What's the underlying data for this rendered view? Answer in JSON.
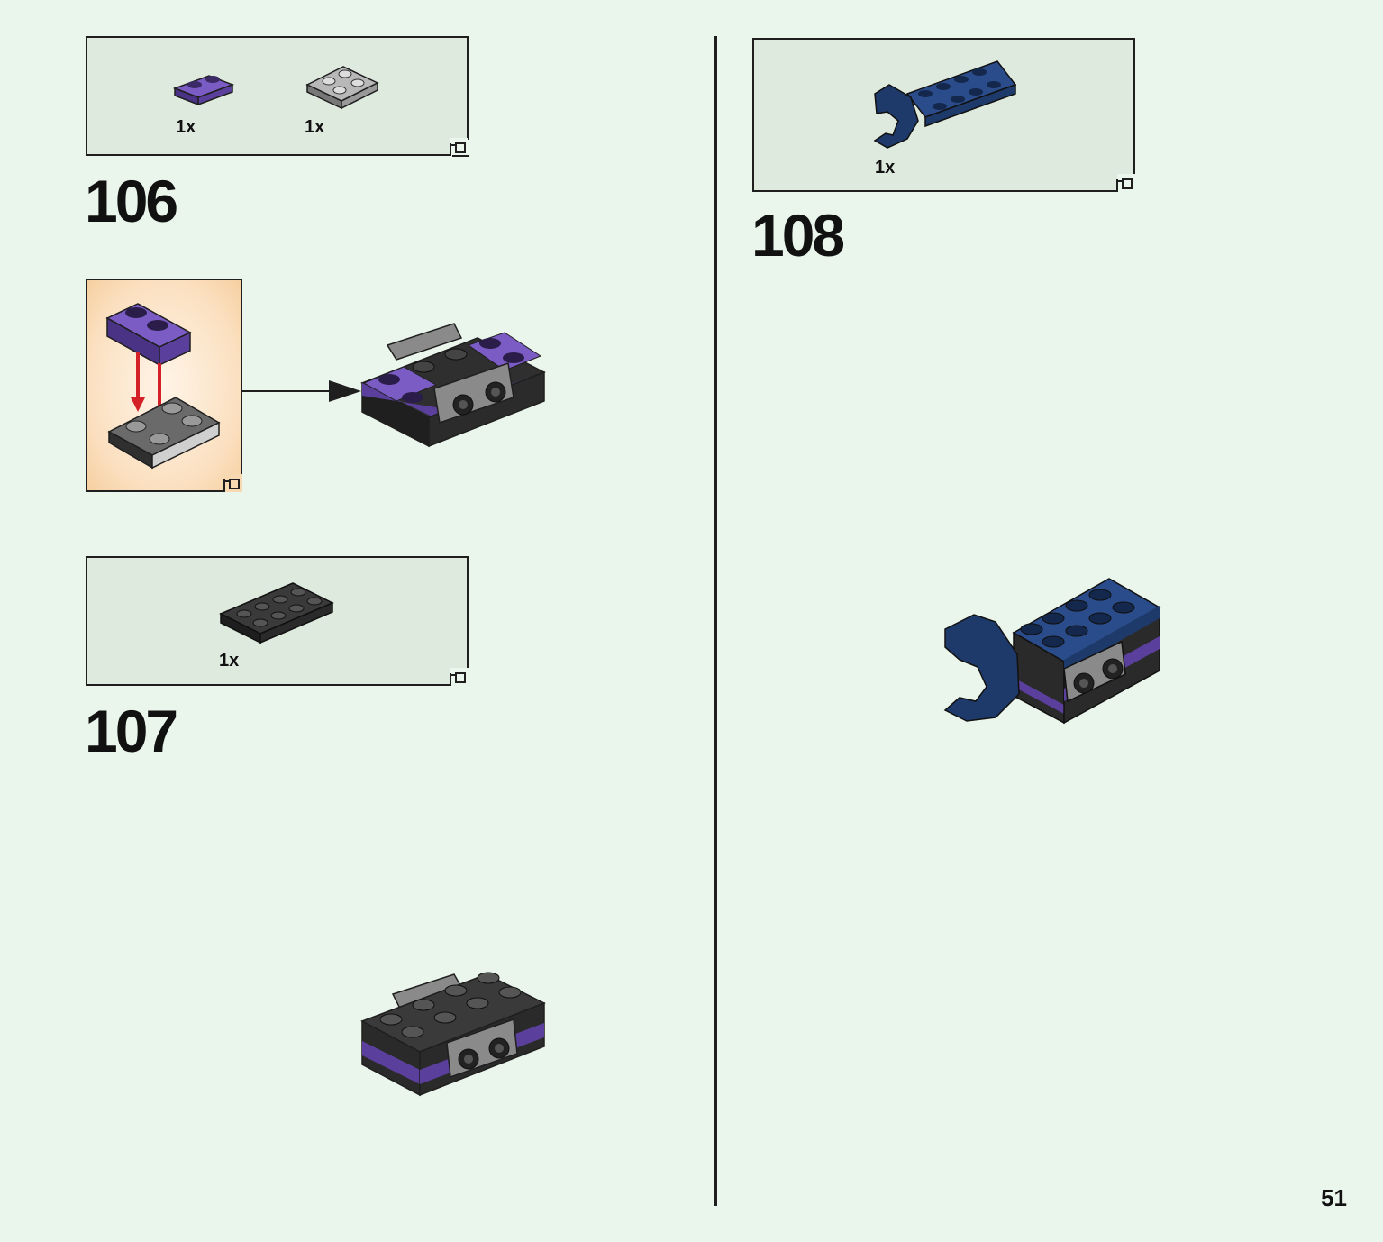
{
  "steps": [
    {
      "number": "106",
      "parts": [
        {
          "qty": "1x",
          "color": "#5b3f9c",
          "icon": "purple-plate-1x2"
        },
        {
          "qty": "1x",
          "color": "#9a9a9a",
          "icon": "gray-bracket-plate"
        }
      ]
    },
    {
      "number": "107",
      "parts": [
        {
          "qty": "1x",
          "color": "#2f2f2f",
          "icon": "black-plate-2x4"
        }
      ]
    },
    {
      "number": "108",
      "parts": [
        {
          "qty": "1x",
          "color": "#1e3a6b",
          "icon": "dark-blue-clip-plate"
        }
      ]
    }
  ],
  "page": {
    "number": "51"
  },
  "colors": {
    "background": "#eaf5ec",
    "parts_box": "#dfeadf",
    "purple": "#5b3f9c",
    "dark_blue": "#1e3a6b",
    "black": "#2f2f2f",
    "gray": "#8c8c8c",
    "arrow_red": "#d42027"
  }
}
